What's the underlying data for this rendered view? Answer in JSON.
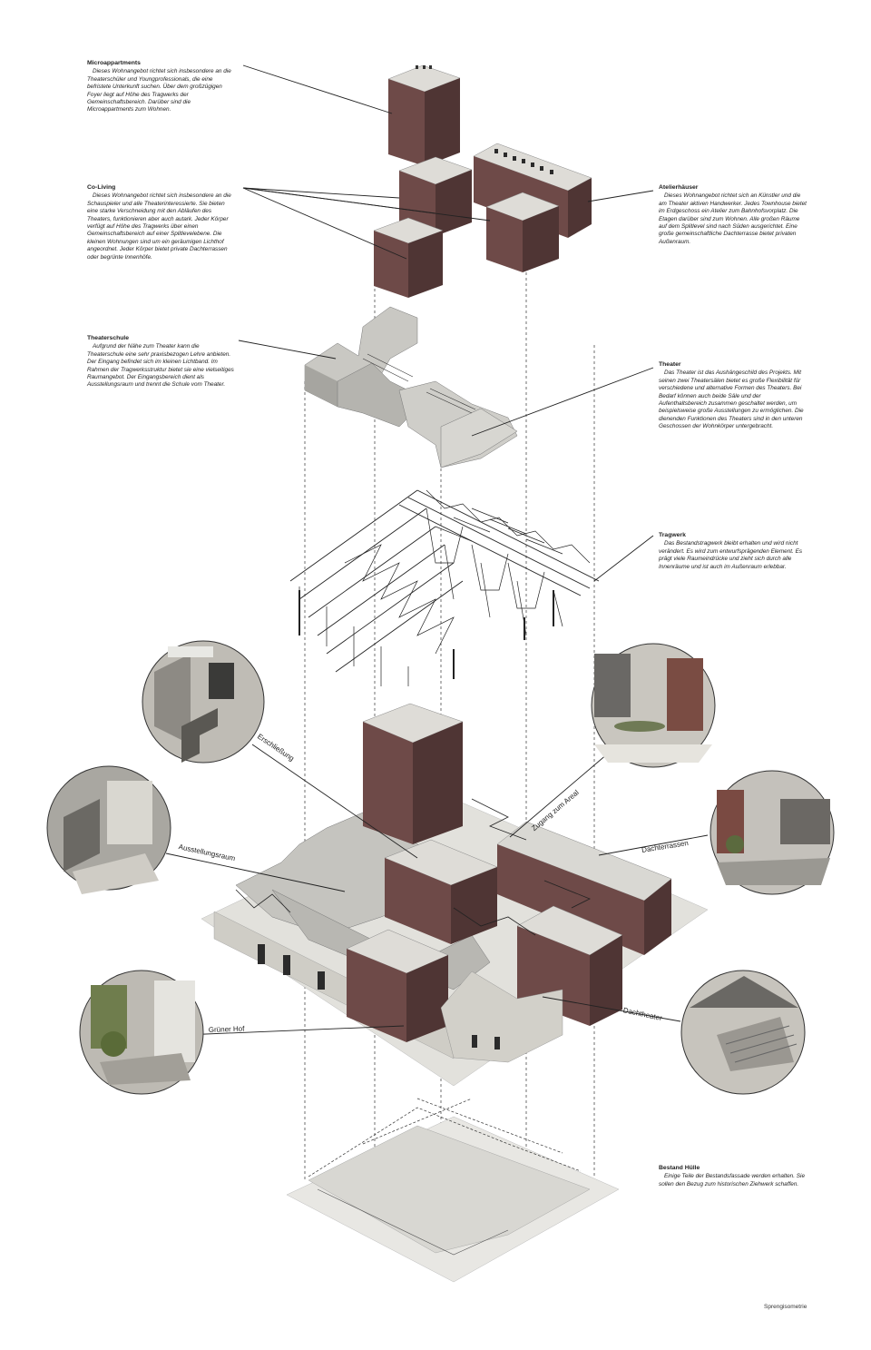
{
  "blocks": {
    "microappartments": {
      "title": "Microappartments",
      "body": "Dieses Wohnangebot richtet sich insbesondere an die Theaterschüler und Youngprofessionals, die eine befristete Unterkunft suchen. Über dem großzügigen Foyer liegt auf Höhe des Tragwerks der Gemeinschaftsbereich. Darüber sind die Microappartments zum Wohnen."
    },
    "coliving": {
      "title": "Co-Living",
      "body": "Dieses Wohnangebot richtet sich insbesondere an die Schauspieler und alle Theaterinteressierte. Sie bieten eine starke Verschneidung mit den Abläufen des Theaters, funktionieren aber auch autark. Jeder Körper verfügt auf Höhe des Tragwerks über einen Gemeinschaftsbereich auf einer Splitlevelebene. Die kleinen Wohnungen sind um ein geräumigen Lichthof angeordnet. Jeder Körper bietet private Dachterrassen oder begrünte Innenhöfe."
    },
    "atelierhaeuser": {
      "title": "Atelierhäuser",
      "body": "Dieses Wohnangebot richtet sich an Künstler und die am Theater aktiven Handwerker. Jedes Townhouse bietet im Erdgeschoss ein Atelier zum Bahnhofsvorplatz. Die Etagen darüber sind zum Wohnen. Alle großen Räume auf dem Splitlevel sind nach Süden ausgerichtet. Eine große gemeinschaftliche Dachterrasse bietet privaten Außenraum."
    },
    "theaterschule": {
      "title": "Theaterschule",
      "body": "Aufgrund der Nähe zum Theater kann die Theaterschule eine sehr praxisbezogen Lehre anbieten. Der Eingang befindet sich im kleinen Lichtband. Im Rahmen der Tragwerksstruktur bietet sie eine vielseitiges Raumangebot. Der Eingangsbereich dient als Ausstellungsraum und trennt die Schule vom Theater."
    },
    "theater": {
      "title": "Theater",
      "body": "Das Theater ist das Aushängeschild des Projekts. Mit seinen zwei Theatersälen bietet es große Flexibilität für verschiedene und alternative Formen des Theaters. Bei Bedarf können auch beide Säle und der Aufenthaltsbereich zusammen geschaltet werden, um beispielsweise große Ausstellungen zu ermöglichen. Die dienenden Funktionen des Theaters sind in den unteren Geschossen der Wohnkörper untergebracht."
    },
    "tragwerk": {
      "title": "Tragwerk",
      "body": "Das Bestandstragwerk bleibt erhalten und wird nicht verändert. Es wird zum entwurfsprägenden Element. Es prägt viele Raumeindrücke und zieht sich durch alle Innenräume und ist auch im Außenraum erlebbar."
    },
    "bestand": {
      "title": "Bestand Hülle",
      "body": "Einige Teile der Bestandsfassade werden erhalten. Sie sollen den Bezug zum historischen Ziehwerk schaffen."
    }
  },
  "captions": {
    "erschliessung": "Erschließung",
    "zugang": "Zugang zum Areal",
    "ausstellungsraum": "Ausstellungsraum",
    "dachterrassen": "Dachterrassen",
    "gruener_hof": "Grüner Hof",
    "dachtheater": "Dachtheater"
  },
  "footer": "Sprengisometrie",
  "colors": {
    "brick": "#6e4a48",
    "brick_dark": "#4a3130",
    "brick_light": "#8a6462",
    "concrete": "#c9c8c3",
    "concrete_light": "#e2e1dc",
    "concrete_dark": "#a6a5a0",
    "line": "#222222"
  }
}
